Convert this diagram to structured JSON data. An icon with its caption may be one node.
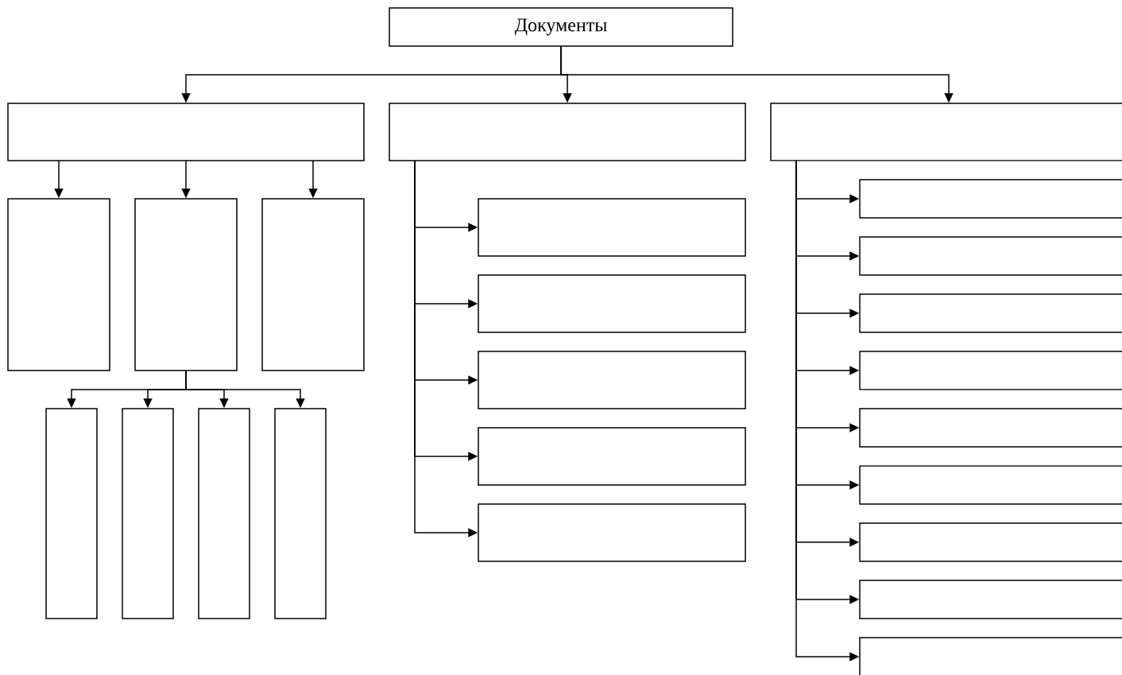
{
  "diagram": {
    "nodes": [
      {
        "text": [
          "Документы"
        ]
      },
      {
        "text": [],
        "shape": "box"
      },
      {
        "text": [],
        "shape": "box"
      },
      {
        "text": [],
        "shape": "box"
      },
      {
        "text": [],
        "shape": "box"
      },
      {
        "text": [],
        "shape": "box"
      },
      {
        "text": [],
        "shape": "box"
      },
      {
        "text": [],
        "shape": "box"
      },
      {
        "text": [],
        "shape": "box"
      },
      {
        "text": [],
        "shape": "box"
      },
      {
        "text": [],
        "shape": "box"
      },
      {
        "text": [],
        "shape": "box"
      },
      {
        "text": [],
        "shape": "box"
      },
      {
        "text": [],
        "shape": "box"
      },
      {
        "text": [],
        "shape": "box"
      },
      {
        "text": [],
        "shape": "box"
      },
      {
        "text": [],
        "shape": "box"
      },
      {
        "text": [],
        "shape": "box"
      },
      {
        "text": [],
        "shape": "box"
      },
      {
        "text": [],
        "shape": "box"
      },
      {
        "text": [],
        "shape": "box"
      },
      {
        "text": [],
        "shape": "box"
      },
      {
        "text": [],
        "shape": "box"
      },
      {
        "text": [],
        "shape": "box"
      },
      {
        "text": [],
        "shape": "box"
      }
    ],
    "edges": [
      {
        "from": 0,
        "to": 1,
        "arrow": "to"
      },
      {
        "from": 0,
        "to": 2,
        "arrow": "to"
      },
      {
        "from": 0,
        "to": 3,
        "arrow": "to"
      },
      {
        "from": 1,
        "to": 4,
        "arrow": "to"
      },
      {
        "from": 1,
        "to": 5,
        "arrow": "to"
      },
      {
        "from": 1,
        "to": 6,
        "arrow": "to"
      },
      {
        "from": 5,
        "to": 7,
        "arrow": "to"
      },
      {
        "from": 5,
        "to": 8,
        "arrow": "to"
      },
      {
        "from": 5,
        "to": 9,
        "arrow": "to"
      },
      {
        "from": 5,
        "to": 10,
        "arrow": "to"
      },
      {
        "from": 2,
        "to": 11,
        "arrow": "to"
      },
      {
        "from": 2,
        "to": 12,
        "arrow": "to"
      },
      {
        "from": 2,
        "to": 13,
        "arrow": "to"
      },
      {
        "from": 2,
        "to": 14,
        "arrow": "to"
      },
      {
        "from": 2,
        "to": 15,
        "arrow": "to"
      },
      {
        "from": 3,
        "to": 16,
        "arrow": "to"
      },
      {
        "from": 3,
        "to": 17,
        "arrow": "to"
      },
      {
        "from": 3,
        "to": 18,
        "arrow": "to"
      },
      {
        "from": 3,
        "to": 19,
        "arrow": "to"
      },
      {
        "from": 3,
        "to": 20,
        "arrow": "to"
      },
      {
        "from": 3,
        "to": 21,
        "arrow": "to"
      },
      {
        "from": 3,
        "to": 22,
        "arrow": "to"
      },
      {
        "from": 3,
        "to": 23,
        "arrow": "to"
      },
      {
        "from": 3,
        "to": 24,
        "arrow": "to"
      }
    ]
  }
}
